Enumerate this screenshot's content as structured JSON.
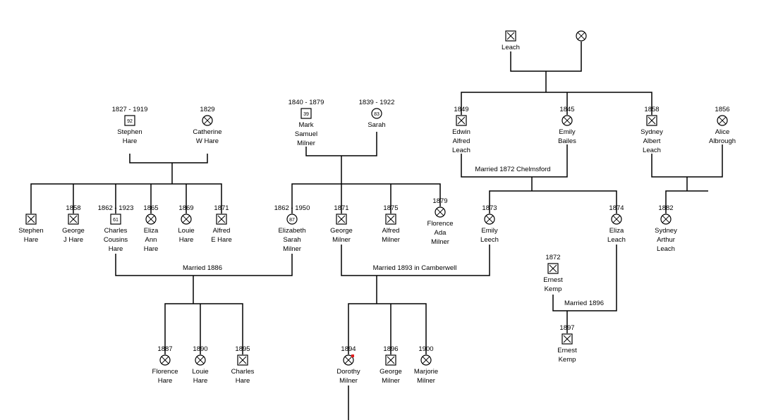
{
  "people": {
    "leach_father": {
      "years": "",
      "name": [
        "Leach"
      ],
      "sex": "male",
      "age": ""
    },
    "leach_mother": {
      "years": "",
      "name": [],
      "sex": "female",
      "age": ""
    },
    "stephen_hare_sr": {
      "years": "1827 - 1919",
      "name": [
        "Stephen",
        "Hare"
      ],
      "sex": "male",
      "age": "92"
    },
    "catherine_hare": {
      "years": "1829",
      "name": [
        "Catherine",
        "W Hare"
      ],
      "sex": "female",
      "age": ""
    },
    "mark_milner": {
      "years": "1840 - 1879",
      "name": [
        "Mark",
        "Samuel",
        "Milner"
      ],
      "sex": "male",
      "age": "39"
    },
    "sarah": {
      "years": "1839 - 1922",
      "name": [
        "Sarah"
      ],
      "sex": "female",
      "age": "83"
    },
    "edwin_leach": {
      "years": "1849",
      "name": [
        "Edwin",
        "Alfred",
        "Leach"
      ],
      "sex": "male",
      "age": ""
    },
    "emily_bailes": {
      "years": "1845",
      "name": [
        "Emily",
        "Bailes"
      ],
      "sex": "female",
      "age": ""
    },
    "sydney_albert_leach": {
      "years": "1858",
      "name": [
        "Sydney",
        "Albert",
        "Leach"
      ],
      "sex": "male",
      "age": ""
    },
    "alice_albrough": {
      "years": "1856",
      "name": [
        "Alice",
        "Albrough"
      ],
      "sex": "female",
      "age": ""
    },
    "stephen_hare_jr": {
      "years": "",
      "name": [
        "Stephen",
        "Hare"
      ],
      "sex": "male",
      "age": ""
    },
    "george_j_hare": {
      "years": "1858",
      "name": [
        "George",
        "J Hare"
      ],
      "sex": "male",
      "age": ""
    },
    "charles_cousins_hare": {
      "years": "1862 - 1923",
      "name": [
        "Charles",
        "Cousins",
        "Hare"
      ],
      "sex": "male",
      "age": "61"
    },
    "eliza_ann_hare": {
      "years": "1865",
      "name": [
        "Eliza",
        "Ann",
        "Hare"
      ],
      "sex": "female",
      "age": ""
    },
    "louie_hare_sr": {
      "years": "1869",
      "name": [
        "Louie",
        "Hare"
      ],
      "sex": "female",
      "age": ""
    },
    "alfred_e_hare": {
      "years": "1871",
      "name": [
        "Alfred",
        "E Hare"
      ],
      "sex": "male",
      "age": ""
    },
    "elizabeth_milner": {
      "years": "1862 - 1950",
      "name": [
        "Elizabeth",
        "Sarah",
        "Milner"
      ],
      "sex": "female",
      "age": "87"
    },
    "george_milner": {
      "years": "1871",
      "name": [
        "George",
        "Milner"
      ],
      "sex": "male",
      "age": ""
    },
    "alfred_milner": {
      "years": "1875",
      "name": [
        "Alfred",
        "Milner"
      ],
      "sex": "male",
      "age": ""
    },
    "florence_milner": {
      "years": "1879",
      "name": [
        "Florence",
        "Ada",
        "Milner"
      ],
      "sex": "female",
      "age": ""
    },
    "emily_leach": {
      "years": "1873",
      "name": [
        "Emily",
        "Leech"
      ],
      "sex": "female",
      "age": ""
    },
    "eliza_leach": {
      "years": "1874",
      "name": [
        "Eliza",
        "Leach"
      ],
      "sex": "female",
      "age": ""
    },
    "sydney_arthur_leach": {
      "years": "1882",
      "name": [
        "Sydney",
        "Arthur",
        "Leach"
      ],
      "sex": "female",
      "age": ""
    },
    "ernest_kemp_sr": {
      "years": "1872",
      "name": [
        "Ernest",
        "Kemp"
      ],
      "sex": "male",
      "age": ""
    },
    "ernest_kemp_jr": {
      "years": "1897",
      "name": [
        "Ernest",
        "Kemp"
      ],
      "sex": "male",
      "age": ""
    },
    "florence_hare": {
      "years": "1887",
      "name": [
        "Florence",
        "Hare"
      ],
      "sex": "female",
      "age": ""
    },
    "louie_hare_jr": {
      "years": "1890",
      "name": [
        "Louie",
        "Hare"
      ],
      "sex": "female",
      "age": ""
    },
    "charles_hare": {
      "years": "1895",
      "name": [
        "Charles",
        "Hare"
      ],
      "sex": "male",
      "age": ""
    },
    "dorothy_milner": {
      "years": "1894",
      "name": [
        "Dorothy",
        "Milner"
      ],
      "sex": "female",
      "age": "",
      "flag": true
    },
    "george_milner_jr": {
      "years": "1896",
      "name": [
        "George",
        "Milner"
      ],
      "sex": "male",
      "age": ""
    },
    "marjorie_milner": {
      "years": "1900",
      "name": [
        "Marjorie",
        "Milner"
      ],
      "sex": "female",
      "age": ""
    }
  },
  "marriages": {
    "hare_milner": "Married 1886",
    "milner_leech": "Married 1893 in Camberwell",
    "leach_bailes": "Married 1872 Chelmsford",
    "kemp_leach": "Married 1896"
  },
  "colors": {
    "line": "#000000",
    "flag": "#e02020"
  }
}
